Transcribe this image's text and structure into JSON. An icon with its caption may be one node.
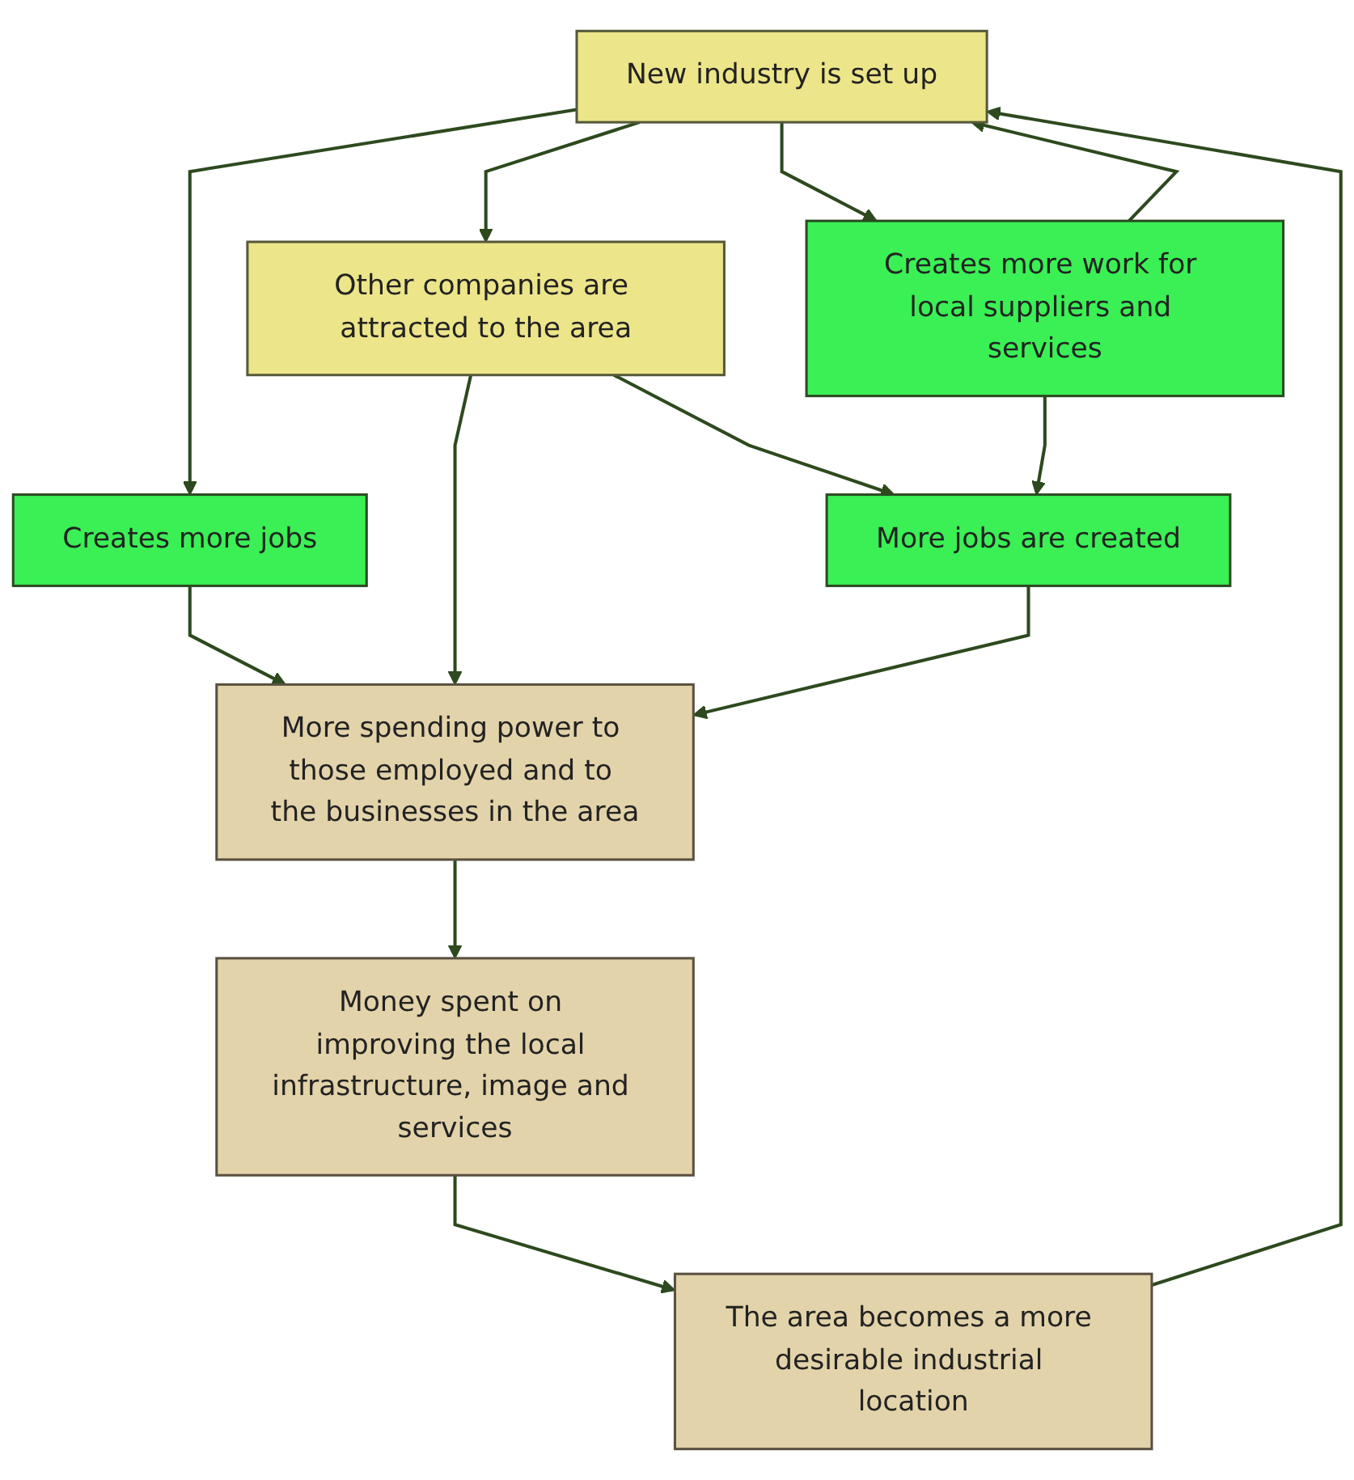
{
  "diagram": {
    "nodes": [
      {
        "text": [
          "New industry is set up"
        ]
      },
      {
        "text": [
          "Creates more jobs"
        ]
      },
      {
        "text": [
          "Creates more work for local suppliers and services"
        ]
      },
      {
        "text": [
          "Other companies are attracted to the area"
        ]
      },
      {
        "text": [
          "More jobs are created"
        ]
      },
      {
        "text": [
          "More spending power to those employed and to the businesses in the area"
        ]
      },
      {
        "text": [
          "Money spent on improving the local infrastructure, image and services"
        ]
      },
      {
        "text": [
          "The area becomes a more desirable industrial location"
        ]
      }
    ],
    "edges": [
      {
        "from": 0,
        "to": 1,
        "arrow": "to"
      },
      {
        "from": 0,
        "to": 3,
        "arrow": "to"
      },
      {
        "from": 0,
        "to": 2,
        "arrow": "to"
      },
      {
        "from": 2,
        "to": 0,
        "arrow": "to"
      },
      {
        "from": 1,
        "to": 5,
        "arrow": "to"
      },
      {
        "from": 3,
        "to": 5,
        "arrow": "to"
      },
      {
        "from": 3,
        "to": 4,
        "arrow": "to"
      },
      {
        "from": 2,
        "to": 4,
        "arrow": "to"
      },
      {
        "from": 4,
        "to": 5,
        "arrow": "to"
      },
      {
        "from": 5,
        "to": 6,
        "arrow": "to"
      },
      {
        "from": 6,
        "to": 7,
        "arrow": "to"
      },
      {
        "from": 7,
        "to": 0,
        "arrow": "to"
      }
    ]
  }
}
